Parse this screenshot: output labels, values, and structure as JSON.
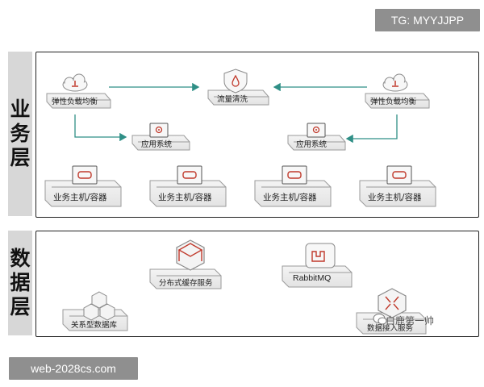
{
  "tags": {
    "tg": "TG: MYYJJPP",
    "web": "web-2028cs.com"
  },
  "layers": {
    "business": {
      "label_chars": [
        "业",
        "务",
        "层"
      ]
    },
    "data": {
      "label_chars": [
        "数",
        "据",
        "层"
      ]
    }
  },
  "business_nodes": {
    "lb_left": "弹性负载均衡",
    "traffic_clean": "流量清洗",
    "lb_right": "弹性负载均衡",
    "app_left": "应用系统",
    "app_right": "应用系统",
    "hosts": [
      "业务主机/容器",
      "业务主机/容器",
      "业务主机/容器",
      "业务主机/容器"
    ]
  },
  "data_nodes": {
    "cache": "分布式缓存服务",
    "mq": "RabbitMQ",
    "rdb": "关系型数据库",
    "ingest": "数据接入服务"
  },
  "watermark": "白鹿第一帅",
  "colors": {
    "arrow": "#2f8f86",
    "accent": "#c0392b"
  }
}
